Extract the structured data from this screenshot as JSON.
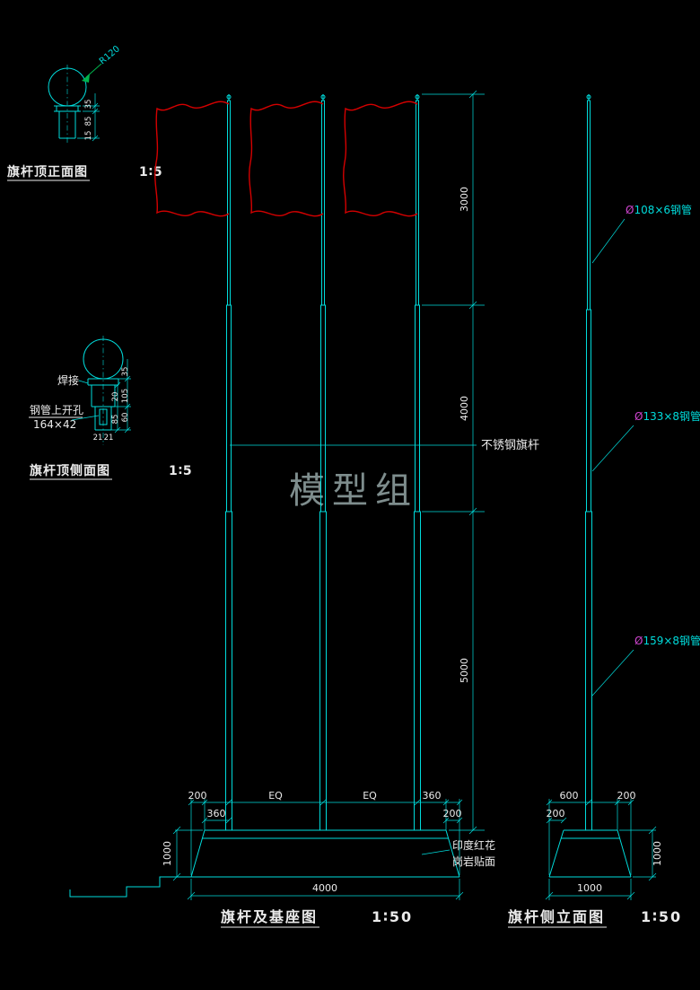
{
  "colors": {
    "background": "#000000",
    "line_cyan": "#00DCDC",
    "flag_red": "#D40000",
    "text_white": "#EBEBEB",
    "phi_magenta": "#CC44CC",
    "arrow_green": "#00B34D",
    "watermark_gray": "#94A6A6"
  },
  "watermark": "模型组",
  "detail_front": {
    "title": "旗杆顶正面图",
    "scale": "1∶5",
    "radius_label": "R120",
    "dim_a": "35",
    "dim_b": "85",
    "dim_c": "15"
  },
  "detail_side": {
    "title": "旗杆顶侧面图",
    "scale": "1∶5",
    "weld_label": "焊接",
    "hole_label": "钢管上开孔",
    "hole_size": "164×42",
    "dim_35": "35",
    "dim_105": "105",
    "dim_60": "60",
    "dim_20": "20",
    "dim_85": "85",
    "dim_21a": "21",
    "dim_21b": "21"
  },
  "main": {
    "title": "旗杆及基座图",
    "scale": "1∶50",
    "pole_label": "不锈钢旗杆",
    "granite_line1": "印度红花",
    "granite_line2": "岗岩贴面",
    "dim_3000": "3000",
    "dim_4000": "4000",
    "dim_5000": "5000",
    "dim_row1_left": "200",
    "dim_eq1": "EQ",
    "dim_eq2": "EQ",
    "dim_row1_right": "360",
    "dim_row2_left": "360",
    "dim_row2_right": "200",
    "dim_base_h": "1000",
    "dim_base_w": "4000"
  },
  "side": {
    "title": "旗杆侧立面图",
    "scale": "1∶50",
    "pipes": [
      {
        "symbol": "Ø",
        "label": "108×6钢管"
      },
      {
        "symbol": "Ø",
        "label": "133×8钢管"
      },
      {
        "symbol": "Ø",
        "label": "159×8钢管"
      }
    ],
    "dim_600": "600",
    "dim_200_top_right": "200",
    "dim_200_row2_left": "200",
    "dim_base_h": "1000",
    "dim_base_w": "1000"
  }
}
